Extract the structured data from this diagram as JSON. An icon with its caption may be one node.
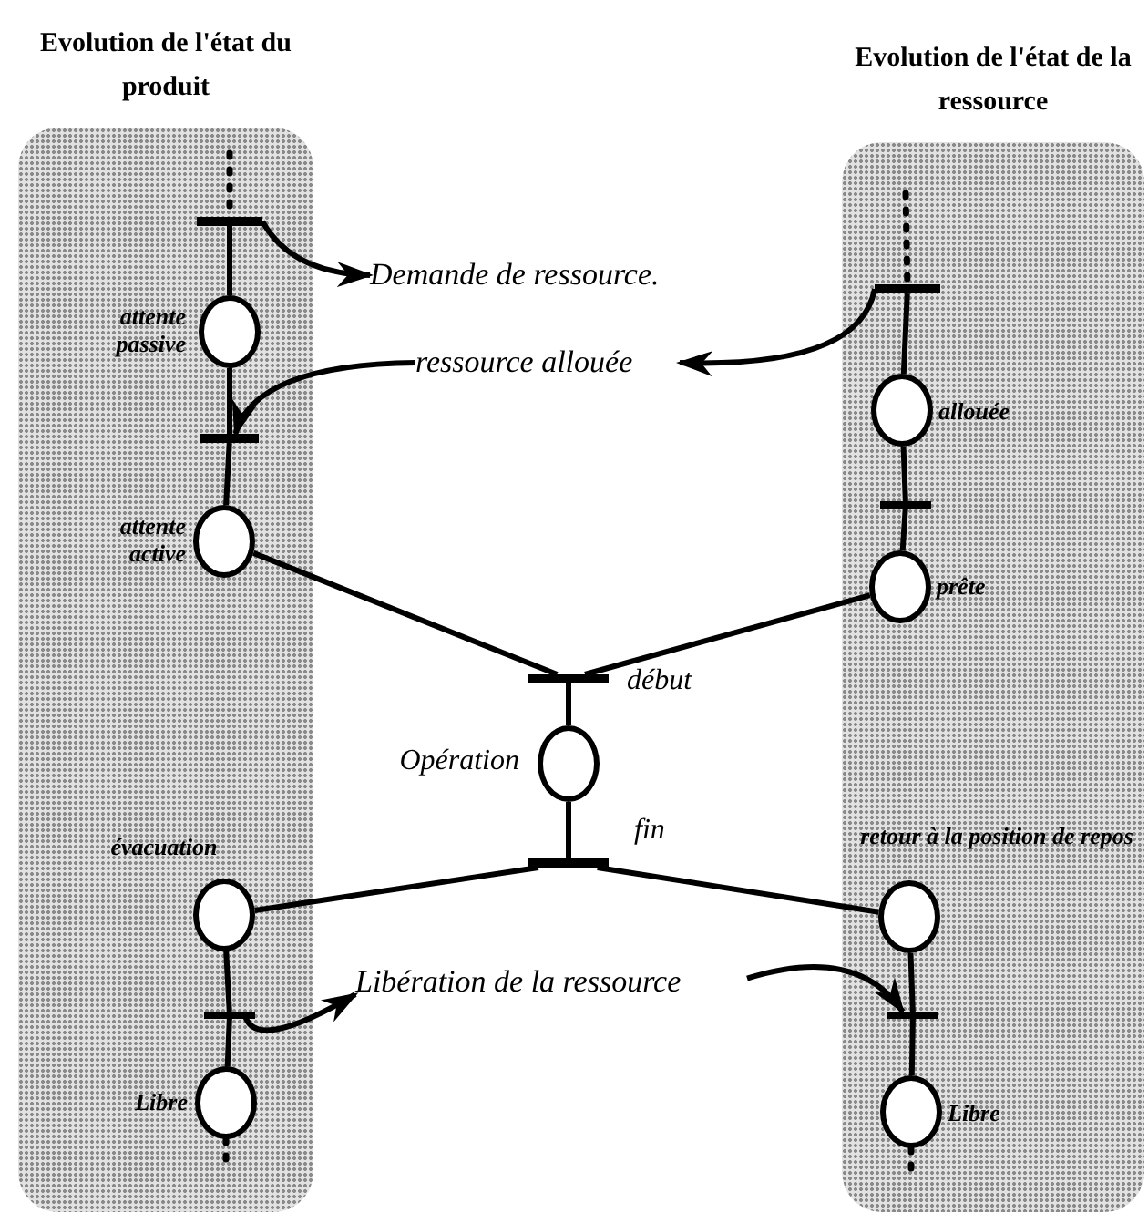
{
  "diagram": {
    "nodes": [
      {
        "text": [
          "Evolution de l'état du produit"
        ]
      },
      {
        "text": [
          "Evolution de l'état de la ressource"
        ]
      },
      {
        "text": [],
        "shape": "bar",
        "in": 0
      },
      {
        "text": [],
        "shape": "circle",
        "in": 0,
        "beside": [
          "attente passive"
        ]
      },
      {
        "text": [],
        "shape": "bar",
        "in": 0
      },
      {
        "text": [],
        "shape": "circle",
        "in": 0,
        "beside": [
          "attente active"
        ]
      },
      {
        "text": [],
        "shape": "circle",
        "in": 0,
        "beside": [
          "évacuation"
        ]
      },
      {
        "text": [],
        "shape": "bar",
        "in": 0
      },
      {
        "text": [],
        "shape": "circle",
        "in": 0,
        "beside": [
          "Libre"
        ]
      },
      {
        "text": [],
        "shape": "bar",
        "in": 1
      },
      {
        "text": [],
        "shape": "circle",
        "in": 1,
        "beside": [
          "allouée"
        ]
      },
      {
        "text": [],
        "shape": "bar",
        "in": 1
      },
      {
        "text": [],
        "shape": "circle",
        "in": 1,
        "beside": [
          "prête"
        ]
      },
      {
        "text": [],
        "shape": "circle",
        "in": 1,
        "beside": [
          "retour à la position de repos"
        ]
      },
      {
        "text": [],
        "shape": "bar",
        "in": 1
      },
      {
        "text": [],
        "shape": "circle",
        "in": 1,
        "beside": [
          "Libre"
        ]
      },
      {
        "text": [],
        "shape": "bar",
        "beside": [
          "début"
        ]
      },
      {
        "text": [],
        "shape": "circle",
        "beside": [
          "Opération"
        ]
      },
      {
        "text": [],
        "shape": "bar",
        "beside": [
          "fin"
        ]
      },
      {
        "text": [
          "Demande de ressource."
        ]
      },
      {
        "text": [
          "ressource allouée"
        ]
      },
      {
        "text": [
          "Libération de la ressource"
        ]
      }
    ],
    "edges": [
      {
        "from": null,
        "to": 2,
        "arrow": "none",
        "style": "dashed"
      },
      {
        "from": 2,
        "to": 3,
        "arrow": "none"
      },
      {
        "from": 3,
        "to": 4,
        "arrow": "none"
      },
      {
        "from": 4,
        "to": 5,
        "arrow": "none"
      },
      {
        "from": 5,
        "to": 16,
        "arrow": "none"
      },
      {
        "from": null,
        "to": 9,
        "arrow": "none",
        "style": "dashed"
      },
      {
        "from": 9,
        "to": 10,
        "arrow": "none"
      },
      {
        "from": 10,
        "to": 11,
        "arrow": "none"
      },
      {
        "from": 11,
        "to": 12,
        "arrow": "none"
      },
      {
        "from": 12,
        "to": 16,
        "arrow": "none"
      },
      {
        "from": 16,
        "to": 17,
        "arrow": "none"
      },
      {
        "from": 17,
        "to": 18,
        "arrow": "none"
      },
      {
        "from": 18,
        "to": 6,
        "arrow": "none"
      },
      {
        "from": 18,
        "to": 13,
        "arrow": "none"
      },
      {
        "from": 6,
        "to": 7,
        "arrow": "none"
      },
      {
        "from": 7,
        "to": 8,
        "arrow": "none"
      },
      {
        "from": 8,
        "to": null,
        "arrow": "none",
        "style": "dashed"
      },
      {
        "from": 13,
        "to": 14,
        "arrow": "none"
      },
      {
        "from": 14,
        "to": 15,
        "arrow": "none"
      },
      {
        "from": 15,
        "to": null,
        "arrow": "none",
        "style": "dashed"
      },
      {
        "from": 2,
        "to": 19,
        "arrow": "to"
      },
      {
        "from": 9,
        "to": 20,
        "arrow": "to"
      },
      {
        "from": 20,
        "to": 4,
        "arrow": "to"
      },
      {
        "from": 7,
        "to": 21,
        "arrow": "to"
      },
      {
        "from": 21,
        "to": 14,
        "arrow": "to"
      }
    ]
  }
}
